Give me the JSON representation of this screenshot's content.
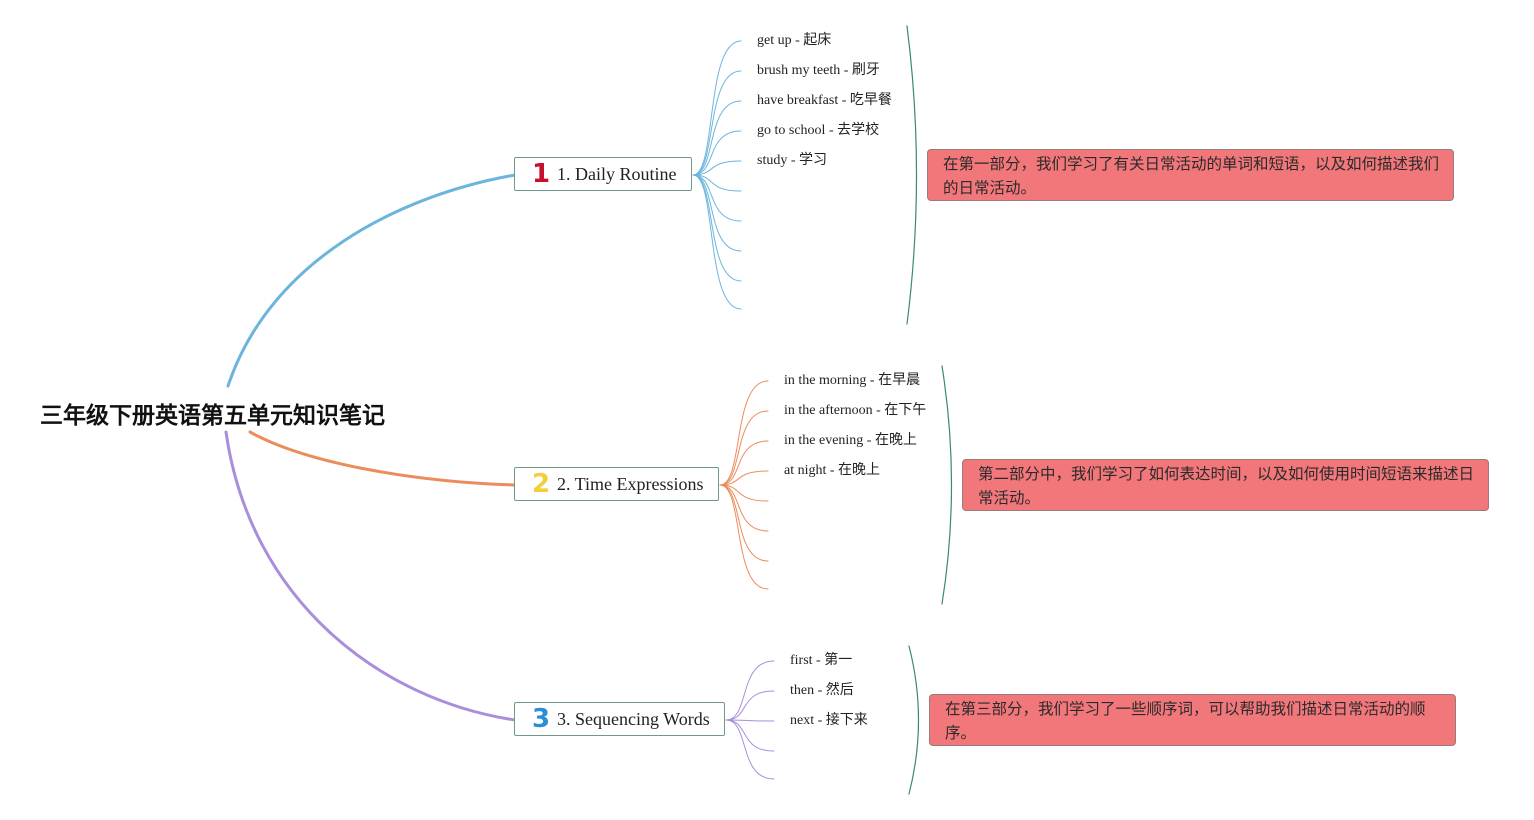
{
  "root": {
    "title": "三年级下册英语第五单元知识笔记"
  },
  "branches": [
    {
      "number": "1",
      "label": "1. Daily Routine",
      "color": "#6bb5dc",
      "badge_color": "#c8102e",
      "items": [
        "get up - 起床",
        "brush my teeth - 刷牙",
        "have breakfast - 吃早餐",
        "go to school - 去学校",
        "study - 学习",
        "",
        "",
        "",
        ""
      ],
      "summary": "在第一部分，我们学习了有关日常活动的单词和短语，以及如何描述我们的日常活动。"
    },
    {
      "number": "2",
      "label": "2. Time Expressions",
      "color": "#ec8b5b",
      "badge_color": "#f2cf3a",
      "items": [
        "in the morning - 在早晨",
        "in the afternoon - 在下午",
        "in the evening - 在晚上",
        "at night - 在晚上",
        "",
        "",
        "",
        ""
      ],
      "summary": "第二部分中，我们学习了如何表达时间，以及如何使用时间短语来描述日常活动。"
    },
    {
      "number": "3",
      "label": "3. Sequencing Words",
      "color": "#a98edb",
      "badge_color": "#2a8fd6",
      "items": [
        "first - 第一",
        "then - 然后",
        "next - 接下来",
        "",
        ""
      ],
      "summary": "在第三部分，我们学习了一些顺序词，可以帮助我们描述日常活动的顺序。"
    }
  ],
  "colors": {
    "summary_fill": "#f2777a",
    "bracket": "#3d8a6a",
    "node_border": "#6f9a8a"
  }
}
